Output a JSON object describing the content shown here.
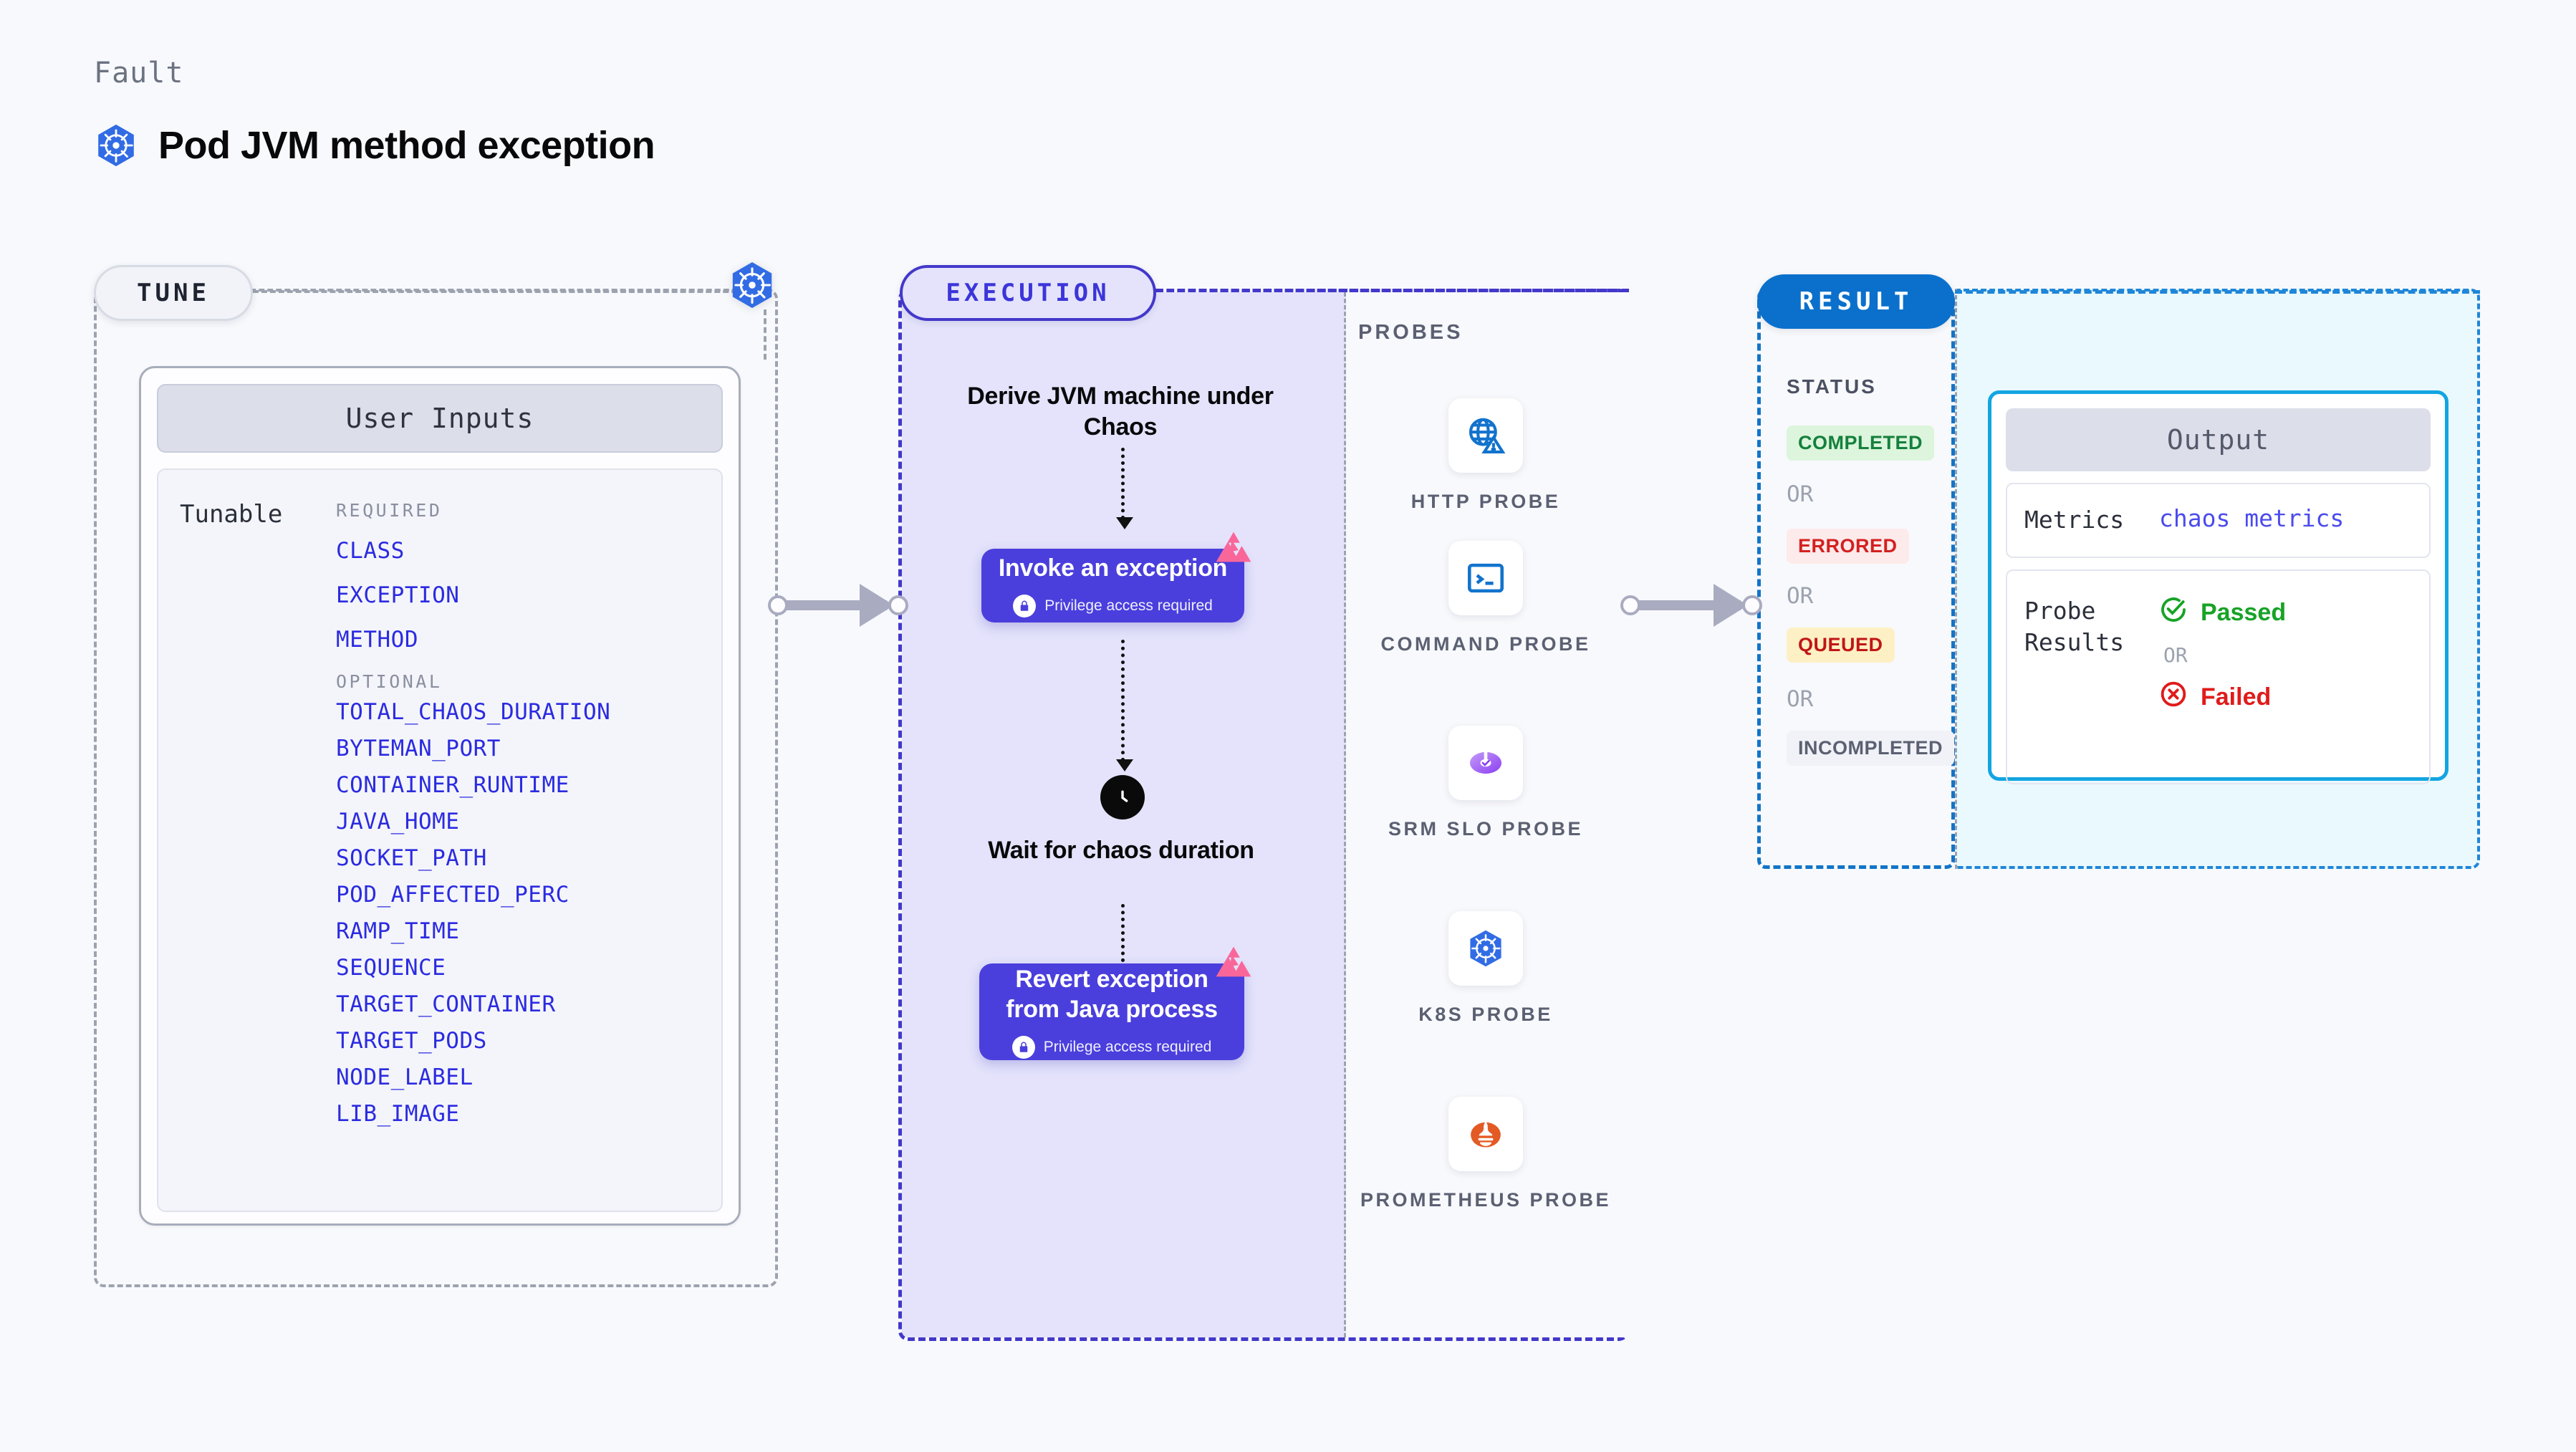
{
  "header": {
    "fault_label": "Fault",
    "title": "Pod JVM method exception",
    "logo_icon": "kubernetes-icon"
  },
  "colors": {
    "accent_purple": "#4a3fdc",
    "accent_blue": "#0b70cc",
    "param_blue": "#2b2be0",
    "litmus_pink": "#f9679a",
    "k8s_blue": "#326ce5",
    "prometheus_orange": "#e35a25"
  },
  "tune": {
    "pill_label": "TUNE",
    "badge_icon": "kubernetes-icon",
    "card_title": "User Inputs",
    "tunable_label": "Tunable",
    "required_label": "REQUIRED",
    "optional_label": "OPTIONAL",
    "required_params": [
      "CLASS",
      "EXCEPTION",
      "METHOD"
    ],
    "optional_params": [
      "TOTAL_CHAOS_DURATION",
      "BYTEMAN_PORT",
      "CONTAINER_RUNTIME",
      "JAVA_HOME",
      "SOCKET_PATH",
      "POD_AFFECTED_PERC",
      "RAMP_TIME",
      "SEQUENCE",
      "TARGET_CONTAINER",
      "TARGET_PODS",
      "NODE_LABEL",
      "LIB_IMAGE"
    ]
  },
  "execution": {
    "pill_label": "EXECUTION",
    "flow_intro": "Derive JVM machine under Chaos",
    "step1": {
      "title": "Invoke an exception",
      "privilege_note": "Privilege access required",
      "lock_icon": "lock-icon",
      "corner_icon": "litmus-icon"
    },
    "wait": {
      "icon": "clock-icon",
      "label": "Wait for chaos duration"
    },
    "step2": {
      "title": "Revert exception from Java process",
      "privilege_note": "Privilege access required",
      "lock_icon": "lock-icon",
      "corner_icon": "litmus-icon"
    }
  },
  "probes": {
    "section_label": "PROBES",
    "items": [
      {
        "name": "HTTP PROBE",
        "icon": "globe-warning-icon"
      },
      {
        "name": "COMMAND PROBE",
        "icon": "terminal-icon"
      },
      {
        "name": "SRM SLO PROBE",
        "icon": "srm-slo-icon"
      },
      {
        "name": "K8S PROBE",
        "icon": "kubernetes-icon"
      },
      {
        "name": "PROMETHEUS PROBE",
        "icon": "prometheus-icon"
      }
    ]
  },
  "result": {
    "pill_label": "RESULT",
    "status_label": "STATUS",
    "or_label": "OR",
    "statuses": [
      {
        "label": "COMPLETED",
        "bg": "#dcf5dc",
        "fg": "#15803d"
      },
      {
        "label": "ERRORED",
        "bg": "#fdeaea",
        "fg": "#d32020"
      },
      {
        "label": "QUEUED",
        "bg": "#fdf0c4",
        "fg": "#c11616"
      },
      {
        "label": "INCOMPLETED",
        "bg": "#f1f2f7",
        "fg": "#5b6072"
      }
    ],
    "output": {
      "title": "Output",
      "metrics_key": "Metrics",
      "metrics_value": "chaos metrics",
      "probe_results_key": "Probe Results",
      "passed_label": "Passed",
      "passed_icon": "check-circle-icon",
      "or_label": "OR",
      "failed_label": "Failed",
      "failed_icon": "x-circle-icon"
    }
  }
}
